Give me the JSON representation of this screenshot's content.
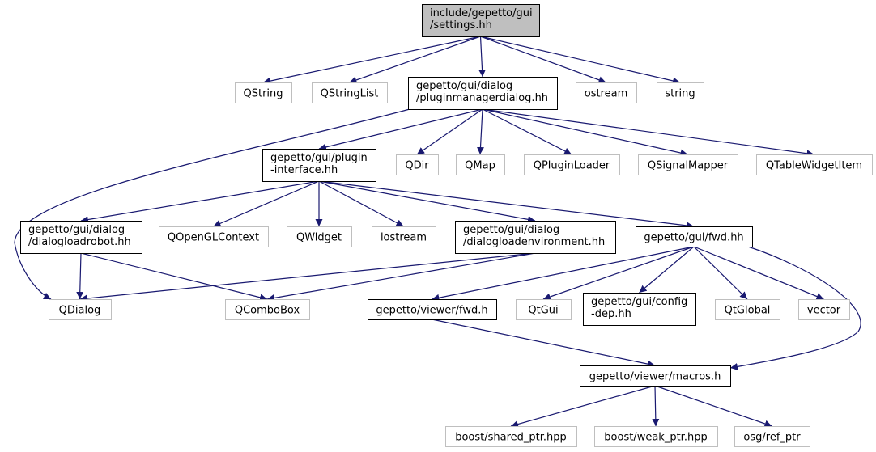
{
  "colors": {
    "edge": "#191970",
    "root_fill": "#bfbfbf",
    "root_border": "#000000",
    "local_border": "#000000",
    "external_border": "#bfbfbf",
    "fill": "#ffffff"
  },
  "nodes": {
    "settings": {
      "lines": [
        "include/gepetto/gui",
        "/settings.hh"
      ],
      "kind": "root"
    },
    "qstring": {
      "lines": [
        "QString"
      ],
      "kind": "external"
    },
    "qstringlist": {
      "lines": [
        "QStringList"
      ],
      "kind": "external"
    },
    "pluginmanagerdialog": {
      "lines": [
        "gepetto/gui/dialog",
        "/pluginmanagerdialog.hh"
      ],
      "kind": "local"
    },
    "ostream": {
      "lines": [
        "ostream"
      ],
      "kind": "external"
    },
    "string": {
      "lines": [
        "string"
      ],
      "kind": "external"
    },
    "plugin_interface": {
      "lines": [
        "gepetto/gui/plugin",
        "-interface.hh"
      ],
      "kind": "local"
    },
    "qdir": {
      "lines": [
        "QDir"
      ],
      "kind": "external"
    },
    "qmap": {
      "lines": [
        "QMap"
      ],
      "kind": "external"
    },
    "qpluginloader": {
      "lines": [
        "QPluginLoader"
      ],
      "kind": "external"
    },
    "qsignalmapper": {
      "lines": [
        "QSignalMapper"
      ],
      "kind": "external"
    },
    "qtablewidgetitem": {
      "lines": [
        "QTableWidgetItem"
      ],
      "kind": "external"
    },
    "dialogloadrobot": {
      "lines": [
        "gepetto/gui/dialog",
        "/dialogloadrobot.hh"
      ],
      "kind": "local"
    },
    "qopenglcontext": {
      "lines": [
        "QOpenGLContext"
      ],
      "kind": "external"
    },
    "qwidget": {
      "lines": [
        "QWidget"
      ],
      "kind": "external"
    },
    "iostream": {
      "lines": [
        "iostream"
      ],
      "kind": "external"
    },
    "dialogloadenvironment": {
      "lines": [
        "gepetto/gui/dialog",
        "/dialogloadenvironment.hh"
      ],
      "kind": "local"
    },
    "gui_fwd": {
      "lines": [
        "gepetto/gui/fwd.hh"
      ],
      "kind": "local"
    },
    "qdialog": {
      "lines": [
        "QDialog"
      ],
      "kind": "external"
    },
    "qcombobox": {
      "lines": [
        "QComboBox"
      ],
      "kind": "external"
    },
    "viewer_fwd": {
      "lines": [
        "gepetto/viewer/fwd.h"
      ],
      "kind": "local"
    },
    "qtgui": {
      "lines": [
        "QtGui"
      ],
      "kind": "external"
    },
    "config_dep": {
      "lines": [
        "gepetto/gui/config",
        "-dep.hh"
      ],
      "kind": "local"
    },
    "qtglobal": {
      "lines": [
        "QtGlobal"
      ],
      "kind": "external"
    },
    "vector": {
      "lines": [
        "vector"
      ],
      "kind": "external"
    },
    "macros": {
      "lines": [
        "gepetto/viewer/macros.h"
      ],
      "kind": "local"
    },
    "shared_ptr": {
      "lines": [
        "boost/shared_ptr.hpp"
      ],
      "kind": "external"
    },
    "weak_ptr": {
      "lines": [
        "boost/weak_ptr.hpp"
      ],
      "kind": "external"
    },
    "ref_ptr": {
      "lines": [
        "osg/ref_ptr"
      ],
      "kind": "external"
    }
  },
  "edges": [
    [
      "settings",
      "qstring"
    ],
    [
      "settings",
      "qstringlist"
    ],
    [
      "settings",
      "pluginmanagerdialog"
    ],
    [
      "settings",
      "ostream"
    ],
    [
      "settings",
      "string"
    ],
    [
      "pluginmanagerdialog",
      "plugin_interface"
    ],
    [
      "pluginmanagerdialog",
      "qdir"
    ],
    [
      "pluginmanagerdialog",
      "qmap"
    ],
    [
      "pluginmanagerdialog",
      "qpluginloader"
    ],
    [
      "pluginmanagerdialog",
      "qsignalmapper"
    ],
    [
      "pluginmanagerdialog",
      "qtablewidgetitem"
    ],
    [
      "pluginmanagerdialog",
      "qdialog"
    ],
    [
      "plugin_interface",
      "dialogloadrobot"
    ],
    [
      "plugin_interface",
      "qopenglcontext"
    ],
    [
      "plugin_interface",
      "qwidget"
    ],
    [
      "plugin_interface",
      "iostream"
    ],
    [
      "plugin_interface",
      "dialogloadenvironment"
    ],
    [
      "plugin_interface",
      "gui_fwd"
    ],
    [
      "dialogloadrobot",
      "qdialog"
    ],
    [
      "dialogloadrobot",
      "qcombobox"
    ],
    [
      "dialogloadenvironment",
      "qdialog"
    ],
    [
      "dialogloadenvironment",
      "qcombobox"
    ],
    [
      "gui_fwd",
      "viewer_fwd"
    ],
    [
      "gui_fwd",
      "qtgui"
    ],
    [
      "gui_fwd",
      "config_dep"
    ],
    [
      "gui_fwd",
      "qtglobal"
    ],
    [
      "gui_fwd",
      "vector"
    ],
    [
      "gui_fwd",
      "macros"
    ],
    [
      "viewer_fwd",
      "macros"
    ],
    [
      "macros",
      "shared_ptr"
    ],
    [
      "macros",
      "weak_ptr"
    ],
    [
      "macros",
      "ref_ptr"
    ]
  ]
}
